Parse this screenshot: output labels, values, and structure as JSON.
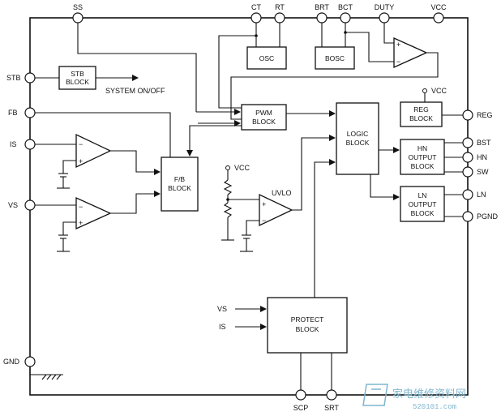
{
  "pins": {
    "ss": "SS",
    "ct": "CT",
    "rt": "RT",
    "brt": "BRT",
    "bct": "BCT",
    "duty": "DUTY",
    "vcc": "VCC",
    "stb": "STB",
    "fb": "FB",
    "is": "IS",
    "vs": "VS",
    "gnd": "GND",
    "reg": "REG",
    "bst": "BST",
    "hn": "HN",
    "sw": "SW",
    "ln": "LN",
    "pgnd": "PGND",
    "scp": "SCP",
    "srt": "SRT"
  },
  "blocks": {
    "stb": [
      "STB",
      "BLOCK"
    ],
    "osc": [
      "OSC"
    ],
    "bosc": [
      "BOSC"
    ],
    "pwm": [
      "PWM",
      "BLOCK"
    ],
    "logic": [
      "LOGIC",
      "BLOCK"
    ],
    "reg": [
      "REG",
      "BLOCK"
    ],
    "hn_output": [
      "HN",
      "OUTPUT",
      "BLOCK"
    ],
    "ln_output": [
      "LN",
      "OUTPUT",
      "BLOCK"
    ],
    "fb": [
      "F/B",
      "BLOCK"
    ],
    "protect": [
      "PROTECT",
      "BLOCK"
    ]
  },
  "labels": {
    "system_onoff": "SYSTEM  ON/OFF",
    "vcc_reg": "VCC",
    "vcc_uvlo": "VCC",
    "uvlo": "UVLO",
    "protect_vs": "VS",
    "protect_is": "IS",
    "plus": "+",
    "minus": "−"
  },
  "watermark": {
    "text": "家电维修资料网",
    "url": "520101.com"
  }
}
